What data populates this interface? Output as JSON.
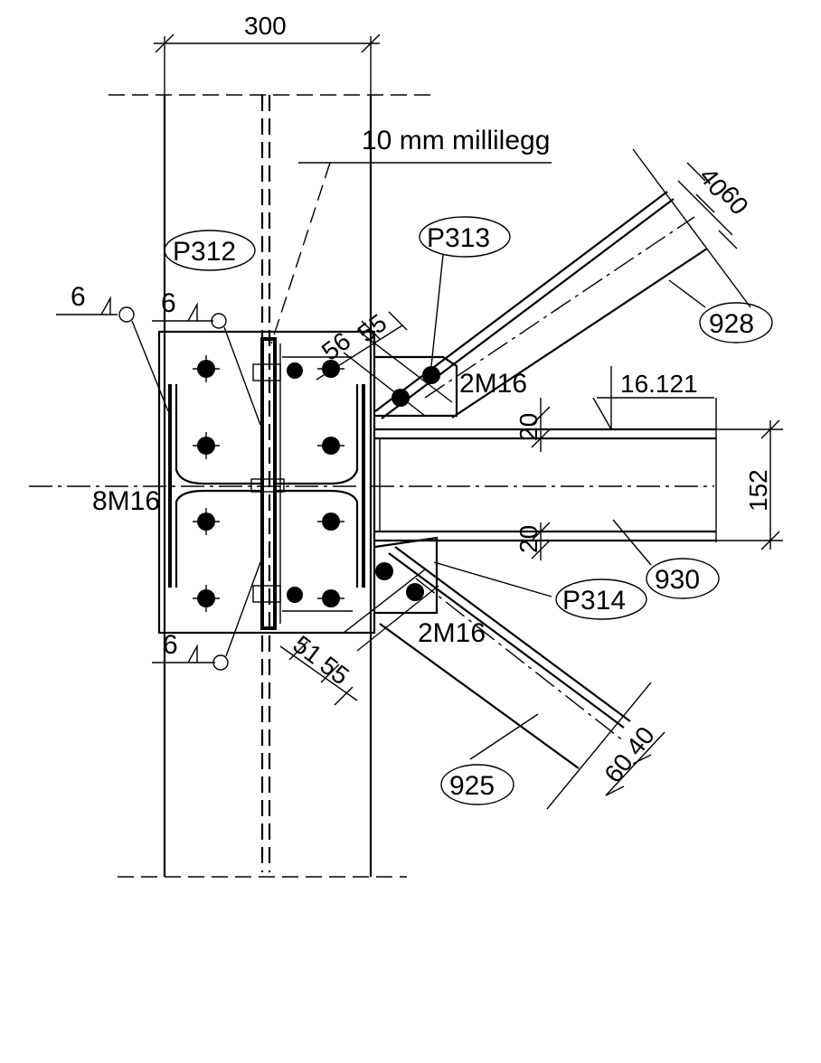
{
  "labels": {
    "dim_300": "300",
    "note_shim": "10 mm millilegg",
    "part_p312": "P312",
    "part_p313": "P313",
    "part_p314": "P314",
    "member_928": "928",
    "member_930": "930",
    "member_925": "925",
    "bolts_8m16": "8M16",
    "bolts_2m16_top": "2M16",
    "bolts_2m16_bottom": "2M16",
    "weld_6_left": "6",
    "weld_6_top": "6",
    "weld_6_bottom": "6",
    "elev_16121": "16.121",
    "dim_152": "152",
    "dim_20_top": "20",
    "dim_20_bottom": "20",
    "dim_56": "56",
    "dim_55_top": "55",
    "dim_51": "51",
    "dim_55_bottom": "55",
    "dim_40_top": "40",
    "dim_60_top": "60",
    "dim_60_bottom": "60",
    "dim_40_bottom": "40"
  }
}
